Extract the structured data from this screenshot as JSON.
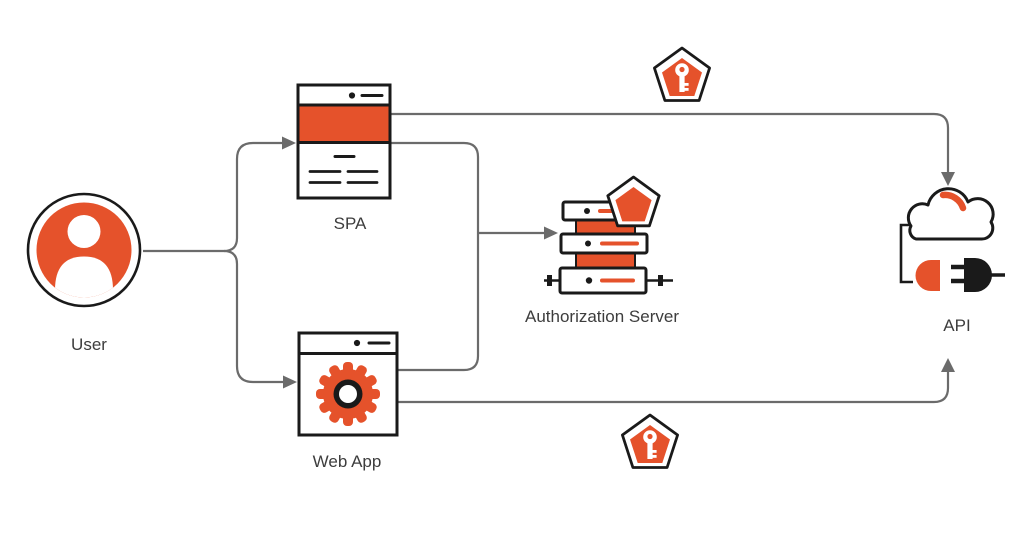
{
  "colors": {
    "accent": "#E5522B",
    "line": "#6B6B6B",
    "outline": "#1A1A1A",
    "text": "#3D3D3D",
    "background": "#FFFFFF"
  },
  "nodes": {
    "user": {
      "label": "User",
      "icon": "user-icon"
    },
    "spa": {
      "label": "SPA",
      "icon": "browser-window-icon"
    },
    "web_app": {
      "label": "Web App",
      "icon": "browser-gear-icon"
    },
    "auth_server": {
      "label": "Authorization Server",
      "icon": "server-stack-shield-icon"
    },
    "api": {
      "label": "API",
      "icon": "cloud-plug-icon"
    }
  },
  "edges": [
    {
      "from": "user",
      "to": "spa"
    },
    {
      "from": "user",
      "to": "web_app"
    },
    {
      "from": "spa",
      "to": "auth_server"
    },
    {
      "from": "web_app",
      "to": "auth_server"
    },
    {
      "from": "spa",
      "to": "api",
      "badge": "key-pentagon-icon"
    },
    {
      "from": "web_app",
      "to": "api",
      "badge": "key-pentagon-icon"
    }
  ]
}
